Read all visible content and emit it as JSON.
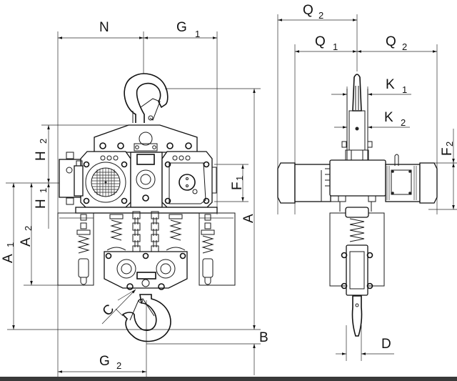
{
  "diagram": {
    "title": "Electric chain hoist dimensional drawing",
    "views": [
      "front-view",
      "side-view"
    ],
    "dimension_labels": {
      "N": {
        "main": "N",
        "sub": ""
      },
      "G1": {
        "main": "G",
        "sub": "1"
      },
      "G2": {
        "main": "G",
        "sub": "2"
      },
      "H1": {
        "main": "H",
        "sub": "1"
      },
      "H2": {
        "main": "H",
        "sub": "2"
      },
      "A": {
        "main": "A",
        "sub": ""
      },
      "A1": {
        "main": "A",
        "sub": "1"
      },
      "A2": {
        "main": "A",
        "sub": "2"
      },
      "B": {
        "main": "B",
        "sub": ""
      },
      "C": {
        "main": "C",
        "sub": ""
      },
      "F1": {
        "main": "F",
        "sub": "1"
      },
      "F2": {
        "main": "F",
        "sub": "2"
      },
      "Q1": {
        "main": "Q",
        "sub": "1"
      },
      "Q2_top": {
        "main": "Q",
        "sub": "2"
      },
      "Q2_right": {
        "main": "Q",
        "sub": "2"
      },
      "K1": {
        "main": "K",
        "sub": "1"
      },
      "K2": {
        "main": "K",
        "sub": "2"
      },
      "D": {
        "main": "D",
        "sub": ""
      }
    },
    "colors": {
      "line": "#1a1a1a",
      "background": "#ffffff",
      "bottom_bar": "#3a3a3a"
    }
  }
}
